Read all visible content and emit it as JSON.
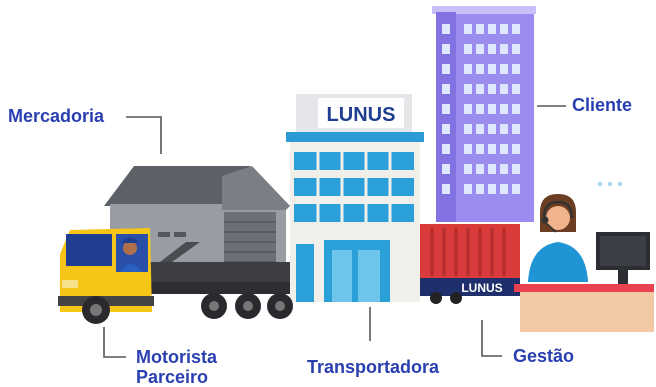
{
  "labels": {
    "mercadoria": "Mercadoria",
    "cliente": "Cliente",
    "motorista_line1": "Motorista",
    "motorista_line2": "Parceiro",
    "transportadora": "Transportadora",
    "gestao": "Gestão"
  },
  "brand": {
    "building_sign": "LUNUS",
    "container_text": "LUNUS"
  },
  "colors": {
    "label_text": "#2a3fb0",
    "connector": "#555555",
    "truck_yellow": "#f5c518",
    "warehouse_gray": "#9a9ca3",
    "tower_purple": "#9b8cf0",
    "container_red": "#d93b3b",
    "desk": "#f3c9a5",
    "desk_top": "#e8414f",
    "office_blue": "#1fa3d6"
  },
  "icons": [
    "truck-icon",
    "driver-icon",
    "warehouse-icon",
    "office-building-icon",
    "tower-building-icon",
    "container-truck-icon",
    "agent-headset-icon",
    "monitor-icon",
    "chat-dots-icon"
  ]
}
